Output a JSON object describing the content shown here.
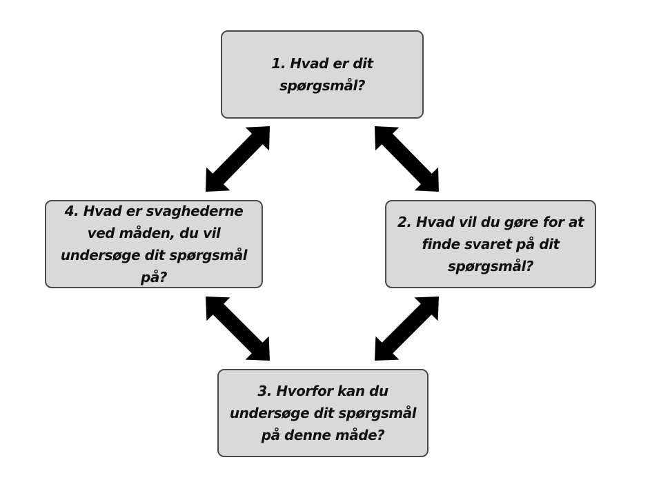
{
  "diagram": {
    "steps": [
      {
        "id": 1,
        "label": "1. Hvad er dit spørgsmål?"
      },
      {
        "id": 2,
        "label": "2. Hvad vil du gøre for at finde svaret på dit spørgsmål?"
      },
      {
        "id": 3,
        "label": "3. Hvorfor kan du undersøge dit spørgsmål på denne måde?"
      },
      {
        "id": 4,
        "label": "4. Hvad er svaghederne ved måden, du vil undersøge dit spørgsmål på?"
      }
    ],
    "connections": [
      {
        "from": 1,
        "to": 4,
        "type": "double-arrow"
      },
      {
        "from": 1,
        "to": 2,
        "type": "double-arrow"
      },
      {
        "from": 4,
        "to": 3,
        "type": "double-arrow"
      },
      {
        "from": 2,
        "to": 3,
        "type": "double-arrow"
      }
    ],
    "colors": {
      "box_fill": "#d9d9d9",
      "box_border": "#4a4a4a",
      "arrow": "#000000",
      "text": "#111111"
    }
  }
}
